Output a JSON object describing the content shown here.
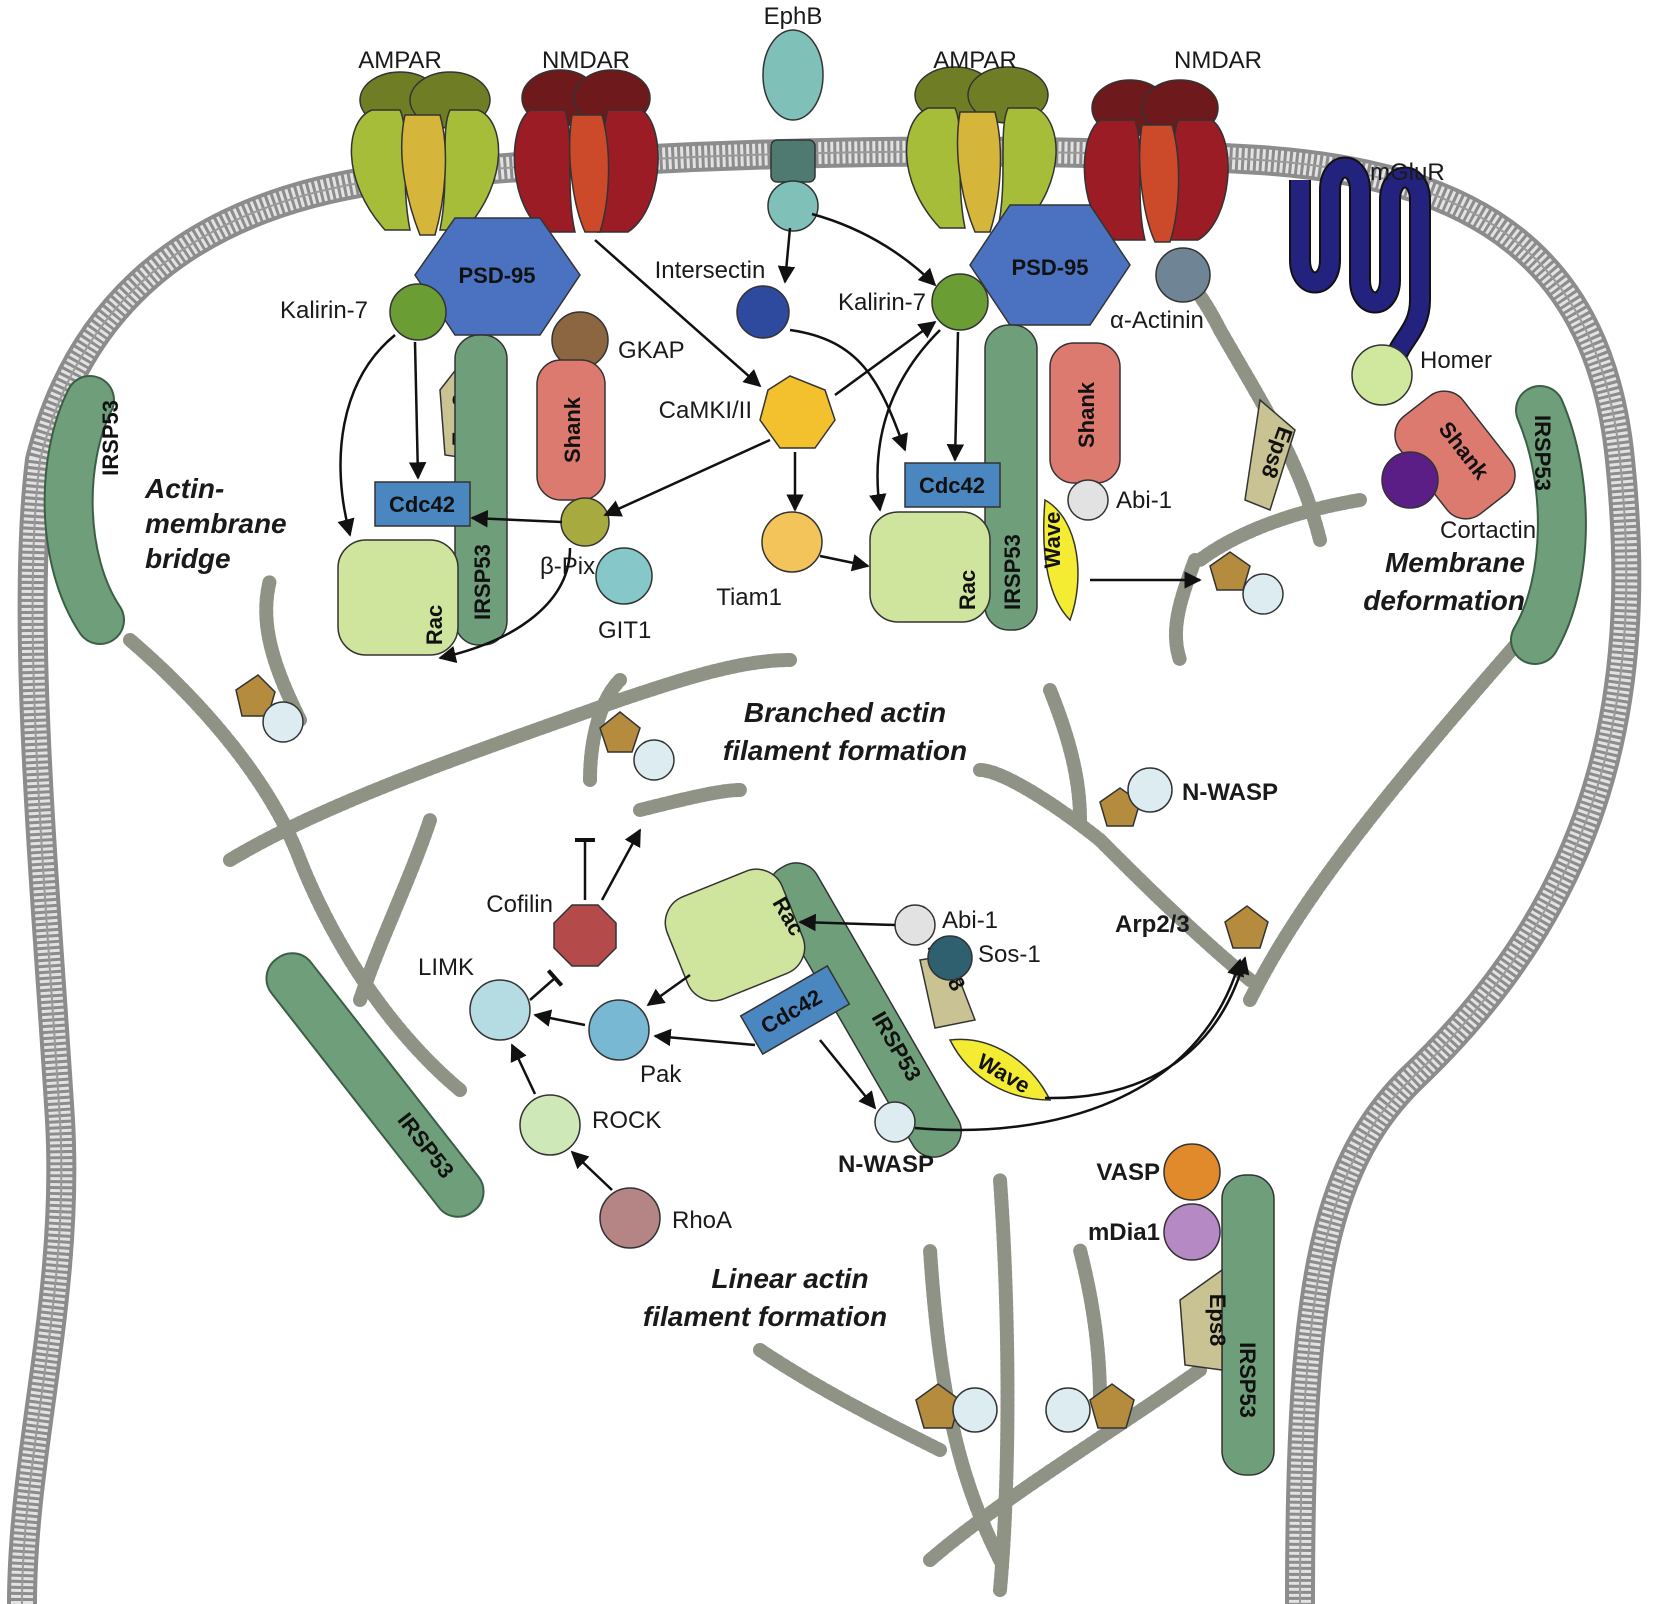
{
  "colors": {
    "membrane": "#9a9a9a",
    "membrane_light": "#d6d6d6",
    "irsp53": "#6f9e7b",
    "ampar_light": "#a6bd3a",
    "ampar_dark": "#6f7d25",
    "ampar_core": "#d6b63a",
    "nmdar": "#9b1c24",
    "nmdar_dark": "#6e1a1c",
    "nmdar_core": "#cc4a2a",
    "ephb": "#7fc0b8",
    "ephb_tm": "#4f7a72",
    "psd95": "#4a72c0",
    "kalirin": "#6a9e35",
    "gkap": "#8c6640",
    "shank": "#dd7a70",
    "eps8": "#c9c393",
    "cdc42": "#4a86c0",
    "rac": "#cfe49c",
    "betapix": "#a7aa3e",
    "git1": "#86c7c9",
    "intersectin": "#2e4a9e",
    "camk": "#f2c12d",
    "tiam1": "#f2c45a",
    "abi1": "#e2e2e2",
    "wave": "#f4ec33",
    "actinin": "#6f8596",
    "mglur": "#23237f",
    "homer": "#cfe89e",
    "cortactin": "#5b1e86",
    "arp23": "#b58c3d",
    "nwasp": "#dcecf0",
    "cofilin": "#b54a4a",
    "limk": "#b4dce2",
    "pak": "#79b8d2",
    "rock": "#cfe8b8",
    "rhoa": "#b58484",
    "sos1": "#2f6070",
    "vasp": "#e08a2c",
    "mdia1": "#b58ac4",
    "actin": "#c7cabd"
  },
  "labels": {
    "ampar_1": "AMPAR",
    "nmdar_1": "NMDAR",
    "ephb": "EphB",
    "ampar_2": "AMPAR",
    "nmdar_2": "NMDAR",
    "mglur": "mGluR",
    "psd95_1": "PSD-95",
    "psd95_2": "PSD-95",
    "kalirin_1": "Kalirin-7",
    "kalirin_2": "Kalirin-7",
    "gkap": "GKAP",
    "intersectin": "Intersectin",
    "actinin": "α-Actinin",
    "homer": "Homer",
    "camk": "CaMKI/II",
    "eps8": "Eps8",
    "shank": "Shank",
    "cdc42": "Cdc42",
    "rac": "Rac",
    "irsp53": "IRSP53",
    "betapix": "β-Pix",
    "git1": "GIT1",
    "tiam1": "Tiam1",
    "abi1": "Abi-1",
    "wave": "Wave",
    "cortactin": "Cortactin",
    "actin_membrane_bridge_1": "Actin-",
    "actin_membrane_bridge_2": "membrane",
    "actin_membrane_bridge_3": "bridge",
    "membrane_deformation_1": "Membrane",
    "membrane_deformation_2": "deformation",
    "branched_1": "Branched actin",
    "branched_2": "filament formation",
    "linear_1": "Linear actin",
    "linear_2": "filament formation",
    "cofilin": "Cofilin",
    "limk": "LIMK",
    "pak": "Pak",
    "rock": "ROCK",
    "rhoa": "RhoA",
    "sos1": "Sos-1",
    "nwasp": "N-WASP",
    "arp23": "Arp2/3",
    "vasp": "VASP",
    "mdia1": "mDia1"
  }
}
